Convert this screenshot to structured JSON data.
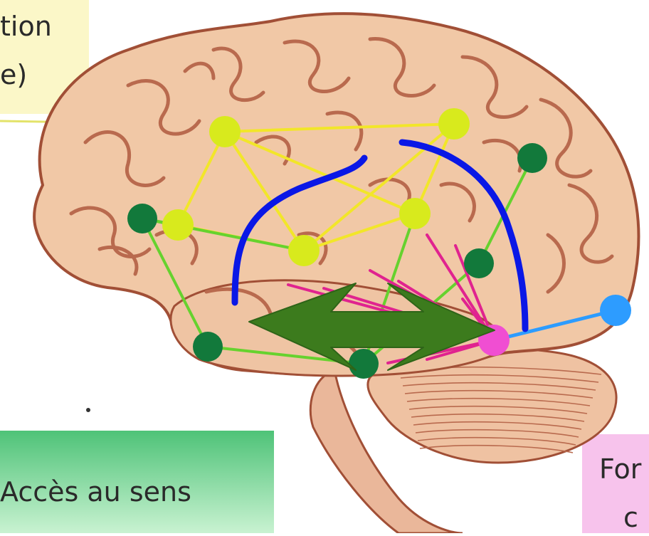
{
  "colors": {
    "brain_fill": "#f1c8a6",
    "brain_outline": "#a14f36",
    "brain_fold": "#b96a4e",
    "yellow_node": "#d8ea1d",
    "yellow_link": "#f2e629",
    "dark_green_node": "#12793b",
    "light_green_link": "#66d22e",
    "pink_node": "#f04ed2",
    "pink_link": "#e0238f",
    "blue_node": "#2d9cff",
    "blue_arc": "#0a17e6",
    "green_arrow": "#3c7b1d",
    "green_band": "#4fcf76",
    "pink_band": "#f6b5e8",
    "yellow_band": "#f6f1a8"
  },
  "labels": {
    "top_fragment_1": "tion",
    "top_fragment_2": "e)",
    "bottom_left": "Accès au sens",
    "bottom_right": "For",
    "bottom_right_2": "c"
  },
  "icons": {
    "brain": "brain-illustration",
    "double_arrow": "double-headed-arrow"
  }
}
